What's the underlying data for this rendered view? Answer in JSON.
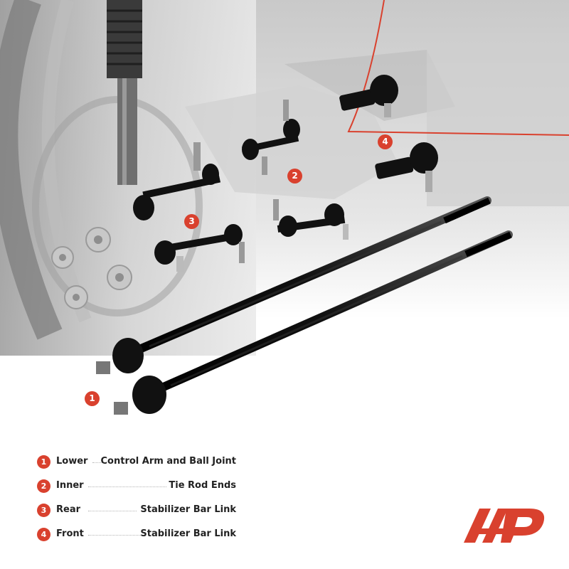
{
  "markers": [
    "1",
    "2",
    "3",
    "4"
  ],
  "legend": [
    {
      "num": "1",
      "left": "Lower",
      "right": "Control Arm and Ball Joint"
    },
    {
      "num": "2",
      "left": "Inner",
      "right": "Tie Rod Ends"
    },
    {
      "num": "3",
      "left": "Rear",
      "right": "Stabilizer Bar Link"
    },
    {
      "num": "4",
      "left": "Front",
      "right": "Stabilizer Bar Link"
    }
  ],
  "colors": {
    "accent": "#d9412e",
    "text": "#222222"
  },
  "logo_icon": "a-premium-logo-icon"
}
